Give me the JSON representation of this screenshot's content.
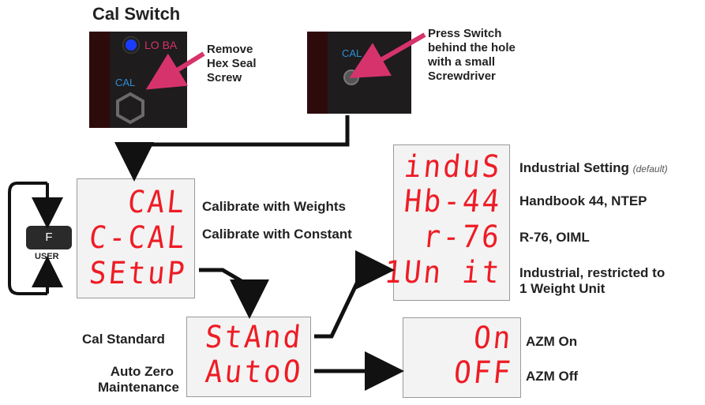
{
  "title": "Cal Switch",
  "panel1": {
    "led_label": "LO BA",
    "cal_label": "CAL",
    "callout": [
      "Remove",
      "Hex Seal",
      "Screw"
    ]
  },
  "panel2": {
    "cal_label": "CAL",
    "callout": [
      "Press Switch",
      "behind the hole",
      "with a small",
      "Screwdriver"
    ]
  },
  "menu": {
    "items": [
      {
        "display": "CAL",
        "label": "Calibrate with Weights"
      },
      {
        "display": "C-CAL",
        "label": "Calibrate with Constant"
      },
      {
        "display": "SEtuP",
        "label": ""
      }
    ]
  },
  "fkey": {
    "label": "F",
    "caption": "USER"
  },
  "setup": {
    "items": [
      {
        "display": "StAnd",
        "label": "Cal Standard"
      },
      {
        "display": "AutoO",
        "label_lines": [
          "Auto Zero",
          "Maintenance"
        ]
      }
    ]
  },
  "standards": {
    "items": [
      {
        "display": "induS",
        "label": "Industrial Setting",
        "note": "(default)"
      },
      {
        "display": "Hb-44",
        "label": "Handbook 44, NTEP"
      },
      {
        "display": "r-76",
        "label": "R-76, OIML"
      },
      {
        "display": "1Un it",
        "label_lines": [
          "Industrial, restricted to",
          "1 Weight Unit"
        ]
      }
    ]
  },
  "azm": {
    "items": [
      {
        "display": "On",
        "label": "AZM On"
      },
      {
        "display": "OFF",
        "label": "AZM Off"
      }
    ]
  },
  "colors": {
    "accent": "#d6336c",
    "segment": "#ee1c25",
    "led": "#1a3cff",
    "cal_text": "#2a8fd6"
  }
}
